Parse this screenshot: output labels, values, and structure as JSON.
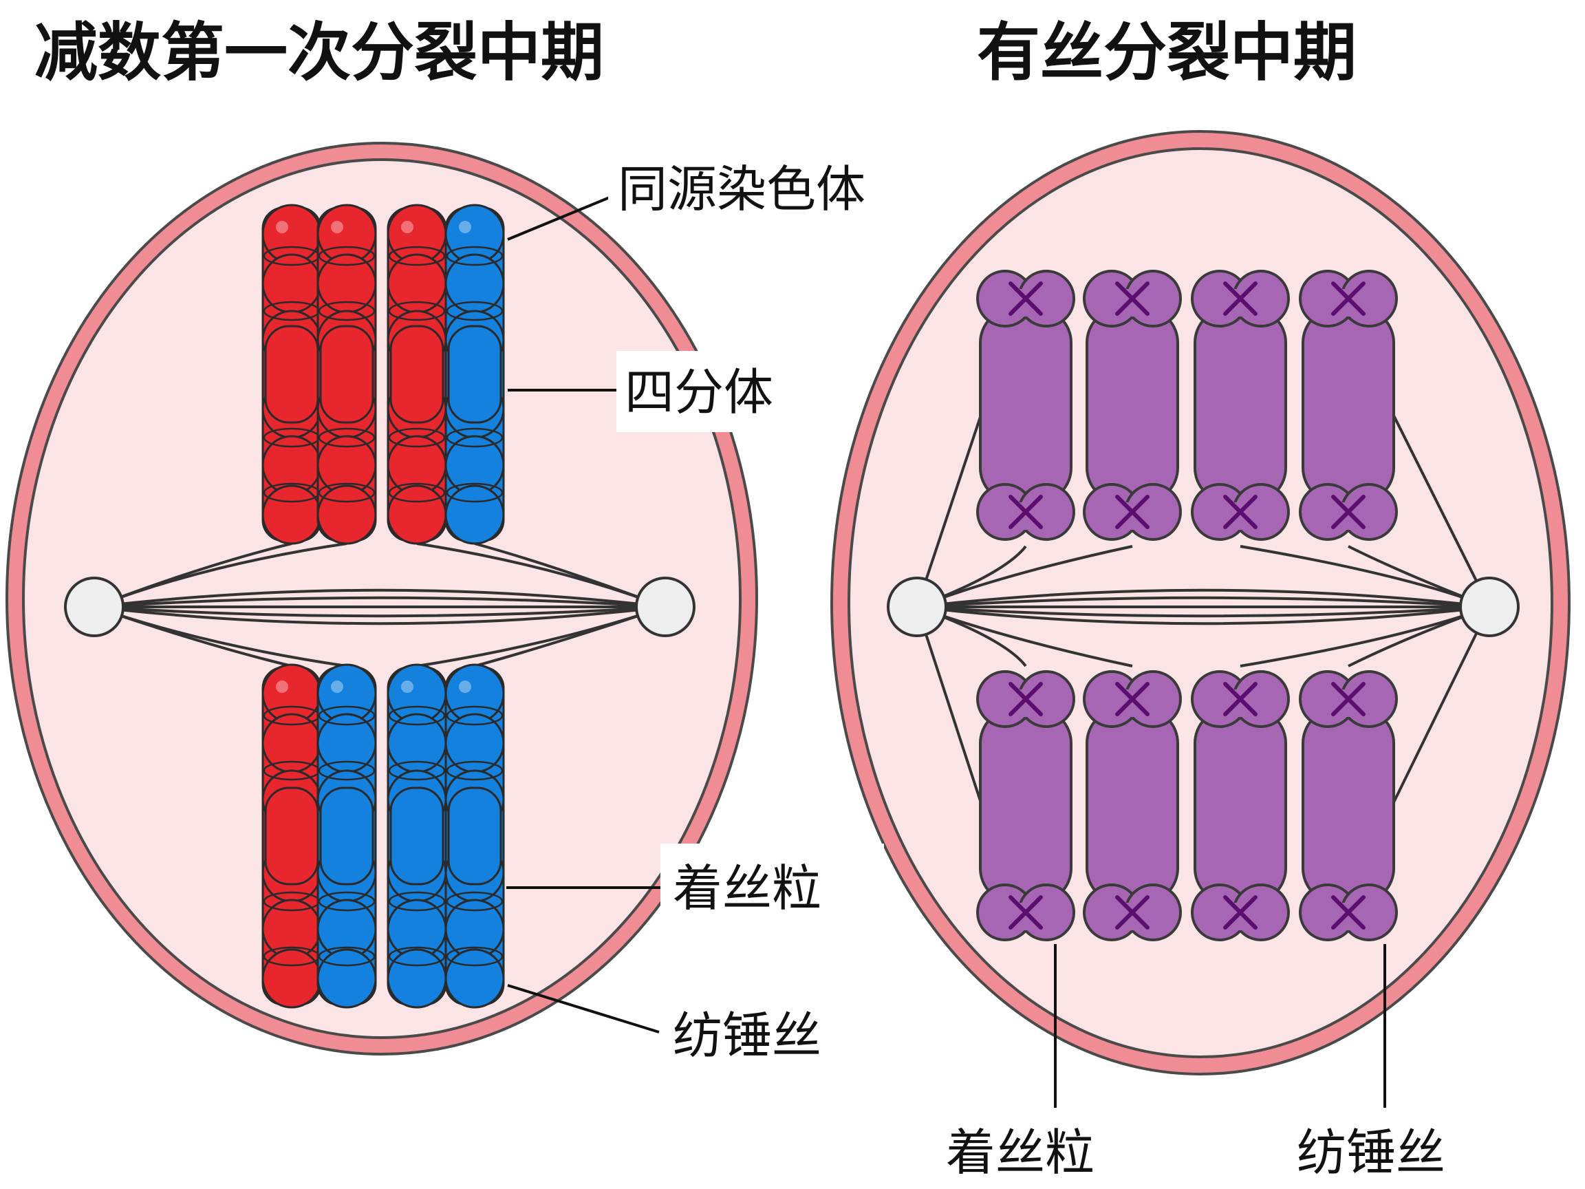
{
  "left_panel": {
    "title": "减数第一次分裂中期",
    "labels": {
      "homologous_chromosome": "同源染色体",
      "tetrad": "四分体",
      "centromere": "着丝粒",
      "spindle_fiber": "纺锤丝"
    },
    "chromosome_colors": {
      "top_row": [
        "red",
        "red",
        "red",
        "blue"
      ],
      "bottom_row": [
        "red",
        "blue",
        "blue",
        "blue"
      ]
    }
  },
  "right_panel": {
    "title": "有丝分裂中期",
    "labels": {
      "centromere": "着丝粒",
      "spindle_fiber": "纺锤丝"
    },
    "chromosome_colors": {
      "top_row": [
        "purple",
        "purple",
        "purple",
        "purple"
      ],
      "bottom_row": [
        "purple",
        "purple",
        "purple",
        "purple"
      ]
    }
  },
  "colors": {
    "red": "#e8262e",
    "blue": "#1481de",
    "purple": "#a766b4",
    "cell_membrane": "#f08c94",
    "cytoplasm": "#fbe4e6",
    "centromere_mark": "#5a0f6e"
  }
}
